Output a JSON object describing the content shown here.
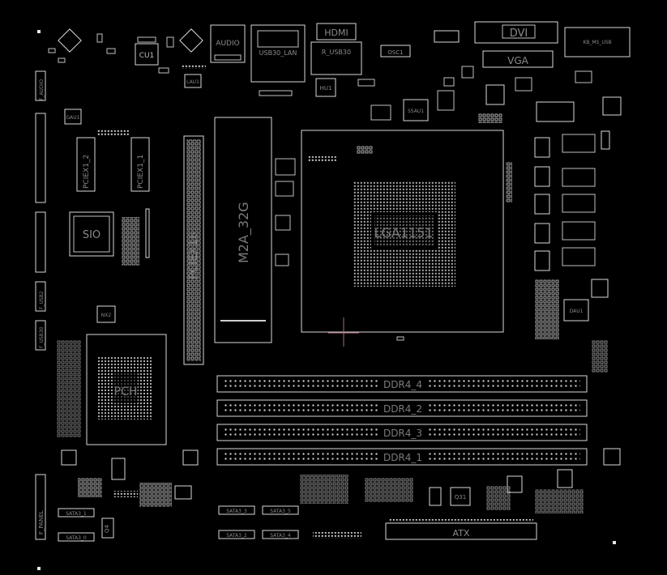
{
  "board": {
    "background": "#000000",
    "outline_color": "#d8d8d8",
    "label_color": "#8a8a8a",
    "accent_cross_color": "#b06a7a"
  },
  "labels": {
    "cpu_socket": "LGA1151",
    "pcie_x16": "PCIEX16",
    "m2": "M2A_32G",
    "pch": "PCH",
    "sio": "SIO",
    "pcie_1": "PCIEX1_1",
    "pcie_2": "PCIEX1_2",
    "ddr4_4": "DDR4_4",
    "ddr4_2": "DDR4_2",
    "ddr4_3": "DDR4_3",
    "ddr4_1": "DDR4_1",
    "atx": "ATX",
    "dvi": "DVI",
    "vga": "VGA",
    "hdmi": "HDMI",
    "audio": "AUDIO",
    "usb30_lan": "USB30_LAN",
    "r_usb30": "R_USB30",
    "cu1": "CU1",
    "hu1": "HU1",
    "lau1": "LAU1",
    "ssau1": "SSAU1",
    "dau1": "DAU1",
    "gau1": "GAU1",
    "osc1": "OSC1",
    "q31": "Q31",
    "q4": "Q4",
    "nx2": "NX2",
    "sata_1": "SATA3_1",
    "sata_0": "SATA3_0",
    "sata_3": "SATA3_3",
    "sata_5": "SATA3_5",
    "sata_2": "SATA3_2",
    "sata_4": "SATA3_4",
    "f_panel": "F_PANEL",
    "f_audio": "F_AUDIO",
    "f_usb2": "F_USB2",
    "f_usb30": "F_USB30",
    "kb_ms_usb": "KB_MS_USB"
  }
}
